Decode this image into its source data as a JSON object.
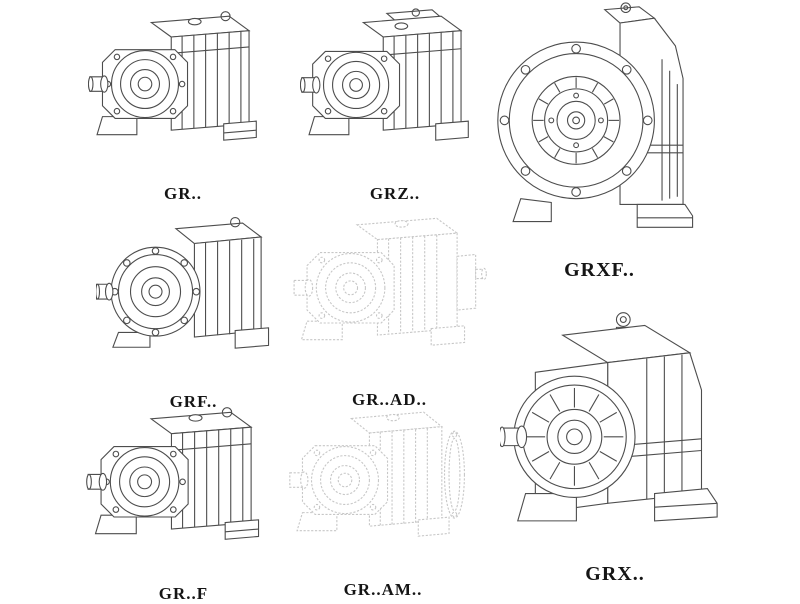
{
  "page": {
    "background": "#ffffff"
  },
  "drawing": {
    "stroke": "#4d4d4d",
    "faint_stroke": "#c7c7c7"
  },
  "items": [
    {
      "id": "gr",
      "label": "GR.."
    },
    {
      "id": "grz",
      "label": "GRZ.."
    },
    {
      "id": "grxf",
      "label": "GRXF.."
    },
    {
      "id": "grf",
      "label": "GRF.."
    },
    {
      "id": "gr-ad",
      "label": "GR..AD.."
    },
    {
      "id": "gr-f",
      "label": "GR..F"
    },
    {
      "id": "gr-am",
      "label": "GR..AM.."
    },
    {
      "id": "grx",
      "label": "GRX.."
    }
  ]
}
